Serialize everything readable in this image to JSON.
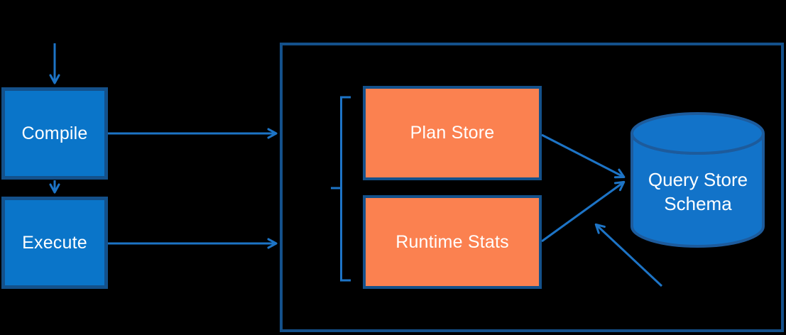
{
  "diagram": {
    "nodes": {
      "compile": {
        "label": "Compile"
      },
      "execute": {
        "label": "Execute"
      },
      "plan_store": {
        "label": "Plan Store"
      },
      "runtime_stats": {
        "label": "Runtime Stats"
      },
      "query_store_schema": {
        "label_line1": "Query Store",
        "label_line2": "Schema"
      }
    },
    "icons": {
      "database_cylinder": "database-cylinder",
      "grouping_bracket": "left-bracket",
      "arrows": "open-arrowheads"
    }
  },
  "theme": {
    "background": "#000000",
    "node_blue_fill": "#0a75c9",
    "node_border": "#14518b",
    "orange_fill": "#fb8150",
    "arrow_blue": "#1d74c6",
    "cylinder_fill": "#1273c9",
    "cylinder_border": "#1d5b9c",
    "label_text": "#ffffff"
  }
}
